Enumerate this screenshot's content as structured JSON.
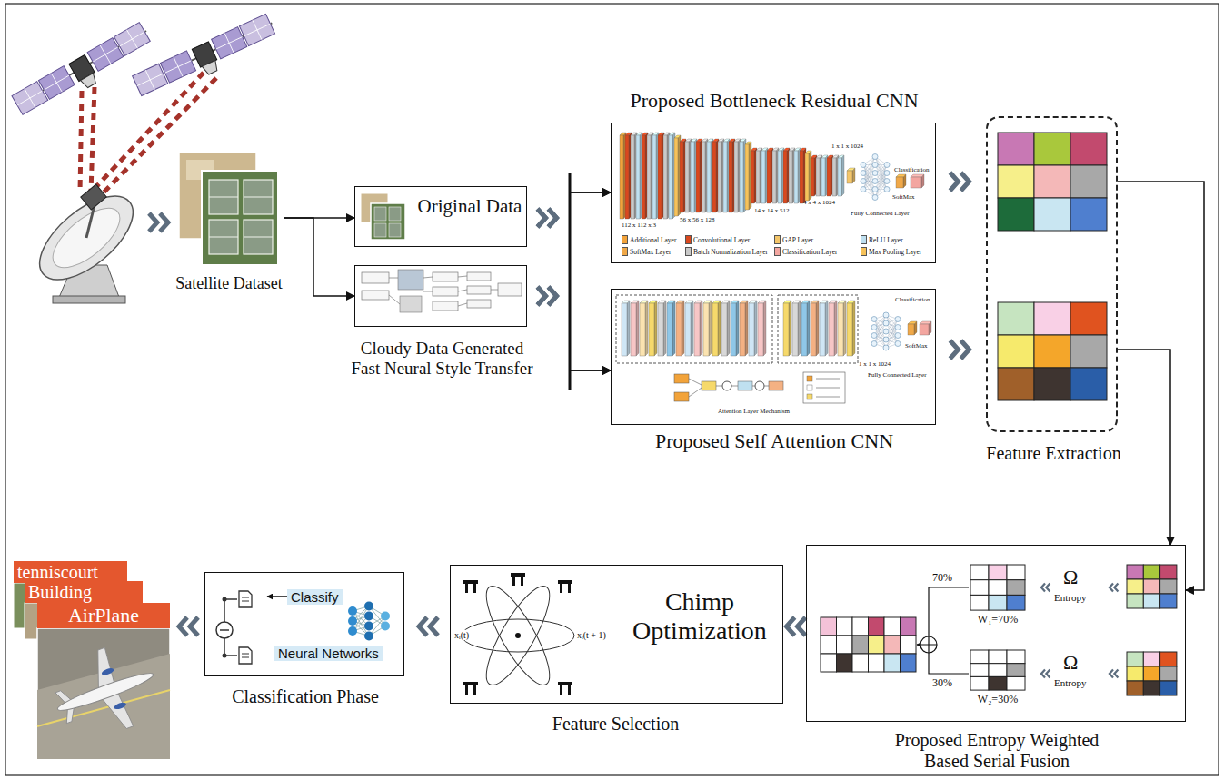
{
  "diagram": {
    "nodes": [
      {
        "text": [
          "Satellite Dataset"
        ]
      },
      {
        "text": [
          "Original Data"
        ]
      },
      {
        "text": [
          "Cloudy Data Generated Fast Neural Style Transfer"
        ]
      },
      {
        "text": [
          "Proposed Bottleneck Residual CNN"
        ]
      },
      {
        "text": [
          "Proposed Self Attention CNN"
        ]
      },
      {
        "text": [
          "Feature Extraction"
        ]
      },
      {
        "text": [
          "Proposed Entropy Weighted Based Serial Fusion"
        ]
      },
      {
        "text": [
          "Chimp Optimization",
          "Feature Selection"
        ]
      },
      {
        "text": [
          "Classify",
          "Neural Networks",
          "Classification Phase"
        ]
      },
      {
        "text": [
          "tenniscourt",
          "Building",
          "AirPlane"
        ]
      }
    ],
    "edges": [
      {
        "from": 0,
        "to": 1,
        "arrow": "to"
      },
      {
        "from": 0,
        "to": 2,
        "arrow": "to"
      },
      {
        "from": 1,
        "to": 3,
        "arrow": "to"
      },
      {
        "from": 1,
        "to": 4,
        "arrow": "to"
      },
      {
        "from": 2,
        "to": 3,
        "arrow": "to"
      },
      {
        "from": 2,
        "to": 4,
        "arrow": "to"
      },
      {
        "from": 3,
        "to": 5,
        "arrow": "to"
      },
      {
        "from": 4,
        "to": 5,
        "arrow": "to"
      },
      {
        "from": 5,
        "to": 6,
        "arrow": "to"
      },
      {
        "from": 5,
        "to": 6,
        "arrow": "to"
      },
      {
        "from": 6,
        "to": 7,
        "arrow": "to"
      },
      {
        "from": 7,
        "to": 8,
        "arrow": "to"
      },
      {
        "from": 8,
        "to": 9,
        "arrow": "to"
      }
    ],
    "labels": [
      "112 x 112 x 3",
      "56 x 56 x 128",
      "14 x 14 x 512",
      "4 x 4 x 1024",
      "1 x 1 x 1024",
      "Fully Connected Layer",
      "SoftMax",
      "Classification",
      "1 x 1 x 1024",
      "Fully Connected Layer",
      "SoftMax",
      "Classification",
      "Attention Layer Mechanism",
      "70%",
      "W₁=70%",
      "30%",
      "W₂=30%",
      "Ω",
      "Entropy",
      "Ω",
      "Entropy",
      "xᵢ(t)",
      "xᵢ(t + 1)"
    ],
    "legend": [
      {
        "text": "Additional Layer",
        "color": "#f2a33a"
      },
      {
        "text": "Convolutional Layer",
        "color": "#d9481e"
      },
      {
        "text": "GAP Layer",
        "color": "#f4c66a"
      },
      {
        "text": "ReLU Layer",
        "color": "#bfe0f0"
      },
      {
        "text": "SoftMax Layer",
        "color": "#f0a848"
      },
      {
        "text": "Batch Normalization Layer",
        "color": "#c9c9c9"
      },
      {
        "text": "Classification Layer",
        "color": "#f3a6a0"
      },
      {
        "text": "Max Pooling Layer",
        "color": "#f6c25a"
      }
    ]
  }
}
